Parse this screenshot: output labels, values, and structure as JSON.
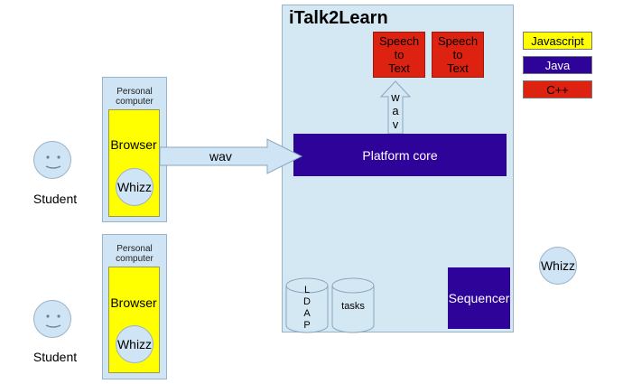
{
  "students": [
    {
      "label": "Student",
      "pc_label": "Personal computer",
      "browser_label": "Browser",
      "whizz_label": "Whizz"
    },
    {
      "label": "Student",
      "pc_label": "Personal computer",
      "browser_label": "Browser",
      "whizz_label": "Whizz"
    }
  ],
  "connection": {
    "label": "wav"
  },
  "platform": {
    "title": "iTalk2Learn",
    "speech_boxes": [
      "Speech\nto\nText",
      "Speech\nto\nText"
    ],
    "inner_arrow_letters": [
      "w",
      "a",
      "v"
    ],
    "core_label": "Platform core",
    "databases": [
      {
        "name": "ldap",
        "letters": [
          "L",
          "D",
          "A",
          "P"
        ]
      },
      {
        "name": "tasks",
        "label": "tasks"
      }
    ],
    "sequencer_label": "Sequencer"
  },
  "external_whizz": {
    "label": "Whizz"
  },
  "legend": [
    {
      "label": "Javascript",
      "color": "#ffff00"
    },
    {
      "label": "Java",
      "color": "#2e0399"
    },
    {
      "label": "C++",
      "color": "#dd2211"
    }
  ]
}
